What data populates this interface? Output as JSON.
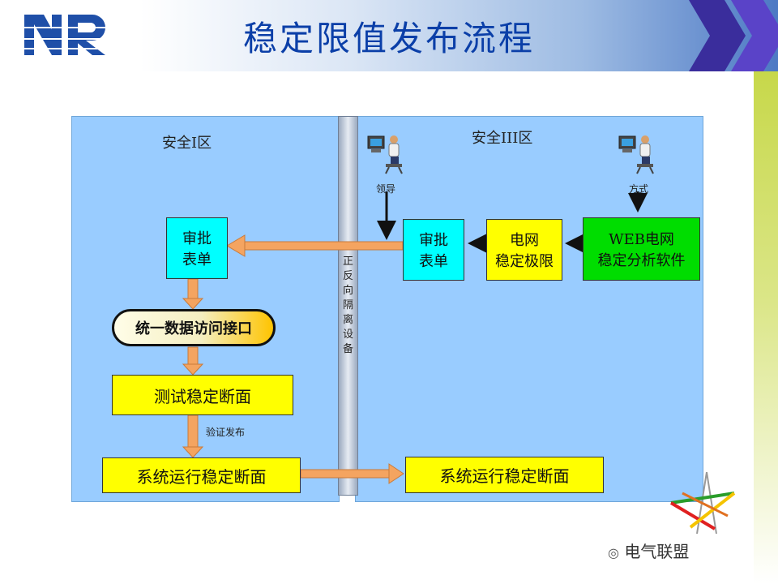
{
  "title": "稳定限值发布流程",
  "zones": {
    "left_label": "安全Ⅰ区",
    "right_label": "安全III区"
  },
  "divider_label": "正反向隔离设备",
  "left": {
    "approval": "审批\n表单",
    "interface": "统一数据访问接口",
    "test_section": "测试稳定断面",
    "verify_label": "验证发布",
    "running_section": "系统运行稳定断面"
  },
  "right": {
    "approval": "审批\n表单",
    "grid_limit": "电网\n稳定极限",
    "web_software": "WEB电网\n稳定分析软件",
    "running_section": "系统运行稳定断面",
    "leader_label": "领导",
    "method_label": "方式"
  },
  "watermark": "电气联盟",
  "colors": {
    "title": "#0b3fa8",
    "zone": "#99ccff",
    "arrow": "#f4a460",
    "cyan_box": "#00ffff",
    "yellow_box": "#ffff00",
    "green_box": "#00dd00"
  }
}
